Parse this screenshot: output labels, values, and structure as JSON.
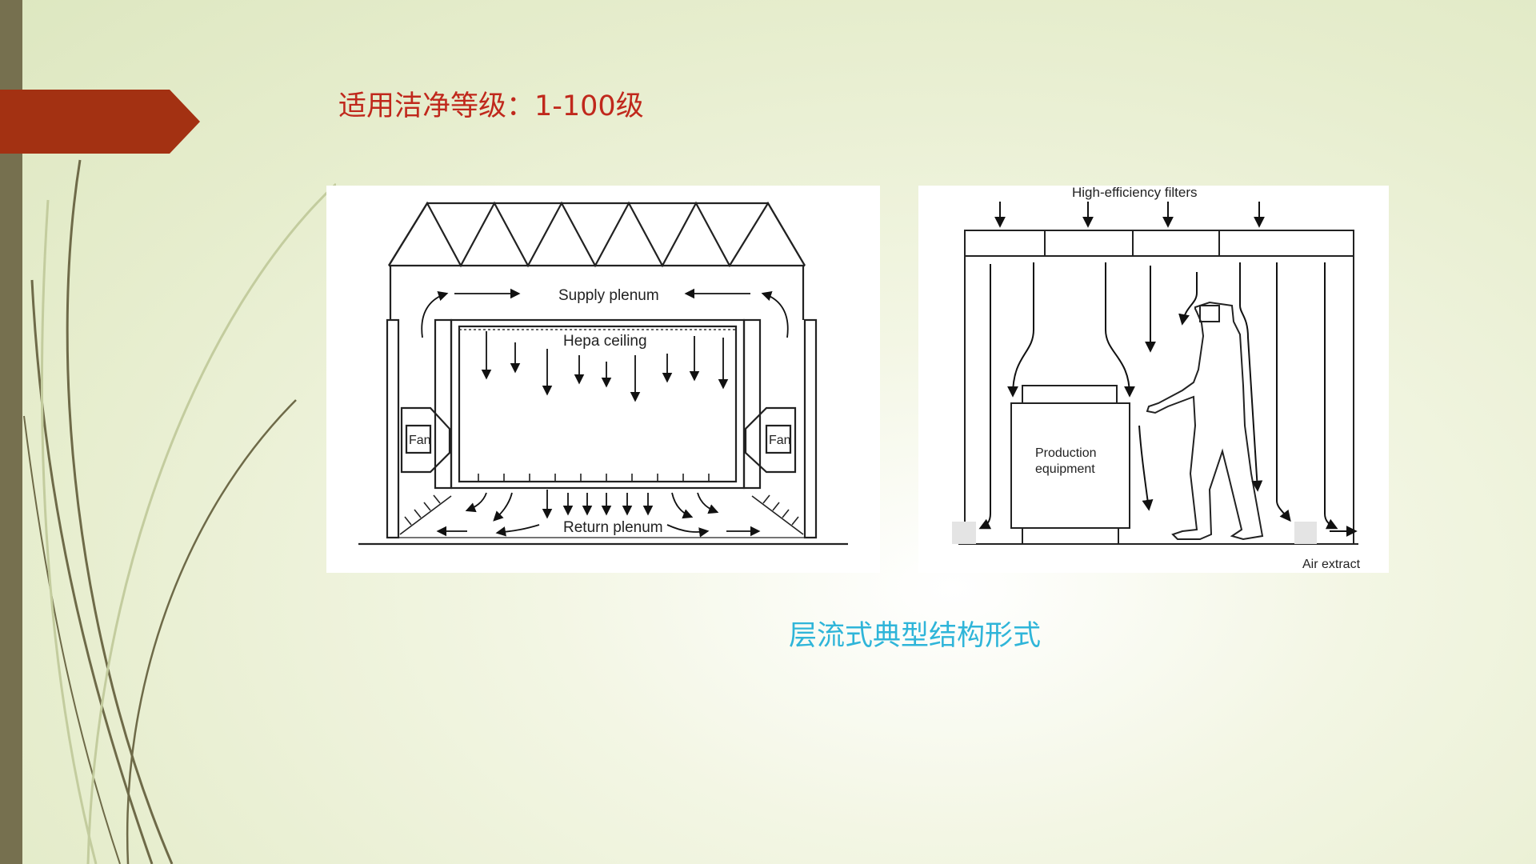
{
  "slide": {
    "title": "适用洁净等级：1-100级",
    "caption": "层流式典型结构形式",
    "colors": {
      "title": "#c0281c",
      "caption": "#2fb5d9",
      "ribbon": "#a33112",
      "left_bar": "#76704f",
      "decor_lines": "#6e6a48"
    }
  },
  "diagram_left": {
    "labels": {
      "supply": "Supply plenum",
      "hepa": "Hepa ceiling",
      "return": "Return plenum",
      "fan_left": "Fan",
      "fan_right": "Fan"
    }
  },
  "diagram_right": {
    "labels": {
      "filters": "High-efficiency filters",
      "equipment_line1": "Production",
      "equipment_line2": "equipment",
      "extract": "Air extract"
    }
  }
}
